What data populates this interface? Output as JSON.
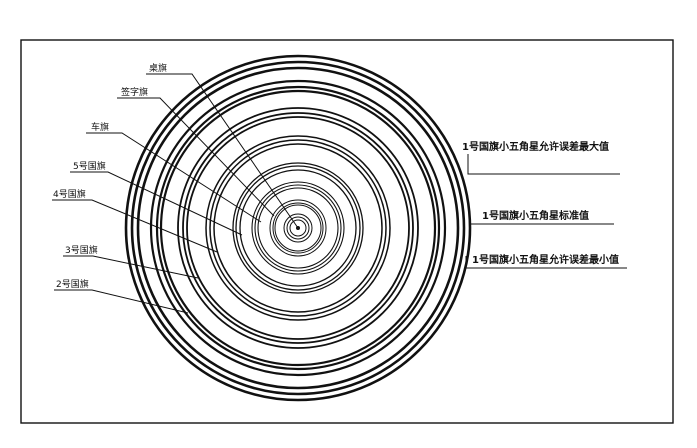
{
  "labels_left": [
    {
      "id": "desk-flag",
      "text": "桌旗"
    },
    {
      "id": "sign-flag",
      "text": "签字旗"
    },
    {
      "id": "car-flag",
      "text": "车旗"
    },
    {
      "id": "flag-5",
      "text": "5号国旗"
    },
    {
      "id": "flag-4",
      "text": "4号国旗"
    },
    {
      "id": "flag-3",
      "text": "3号国旗"
    },
    {
      "id": "flag-2",
      "text": "2号国旗"
    }
  ],
  "labels_right": [
    {
      "id": "max",
      "text": "1号国旗小五角星允许误差最大值"
    },
    {
      "id": "std",
      "text": "1号国旗小五角星标准值"
    },
    {
      "id": "min",
      "text": "1号国旗小五角星允许误差最小值"
    }
  ],
  "caption": "",
  "colors": {
    "line": "#111111",
    "background": "#ffffff"
  }
}
